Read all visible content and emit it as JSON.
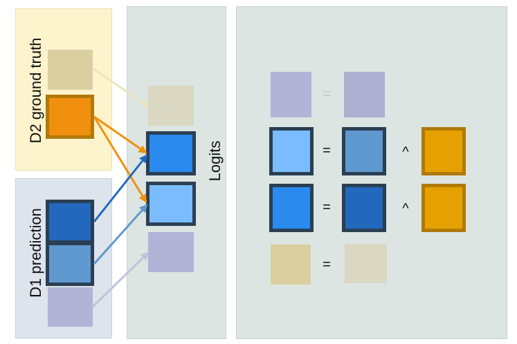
{
  "labels": {
    "d2": "D2 ground truth",
    "d1": "D1 prediction",
    "logits": "Logits"
  },
  "operators": {
    "eq": "=",
    "and": "^"
  },
  "colors": {
    "d2_panel": "#fdf3cd",
    "d1_panel": "#dde4ec",
    "logits_panel": "#dce5e2",
    "result_panel": "#dce5e2",
    "tan": "#dccf9f",
    "orange": "#f0900e",
    "orange_border": "#b07a0a",
    "dark_blue": "#2268bd",
    "mid_blue": "#6098d0",
    "bright_blue": "#2a8aee",
    "light_blue": "#7bbcff",
    "lavender": "#b3b3d7",
    "gold": "#e6a100",
    "dark_border": "#2b3f52",
    "faded_tan": "#dad7c2",
    "faded_lavender": "#aeaed0"
  }
}
